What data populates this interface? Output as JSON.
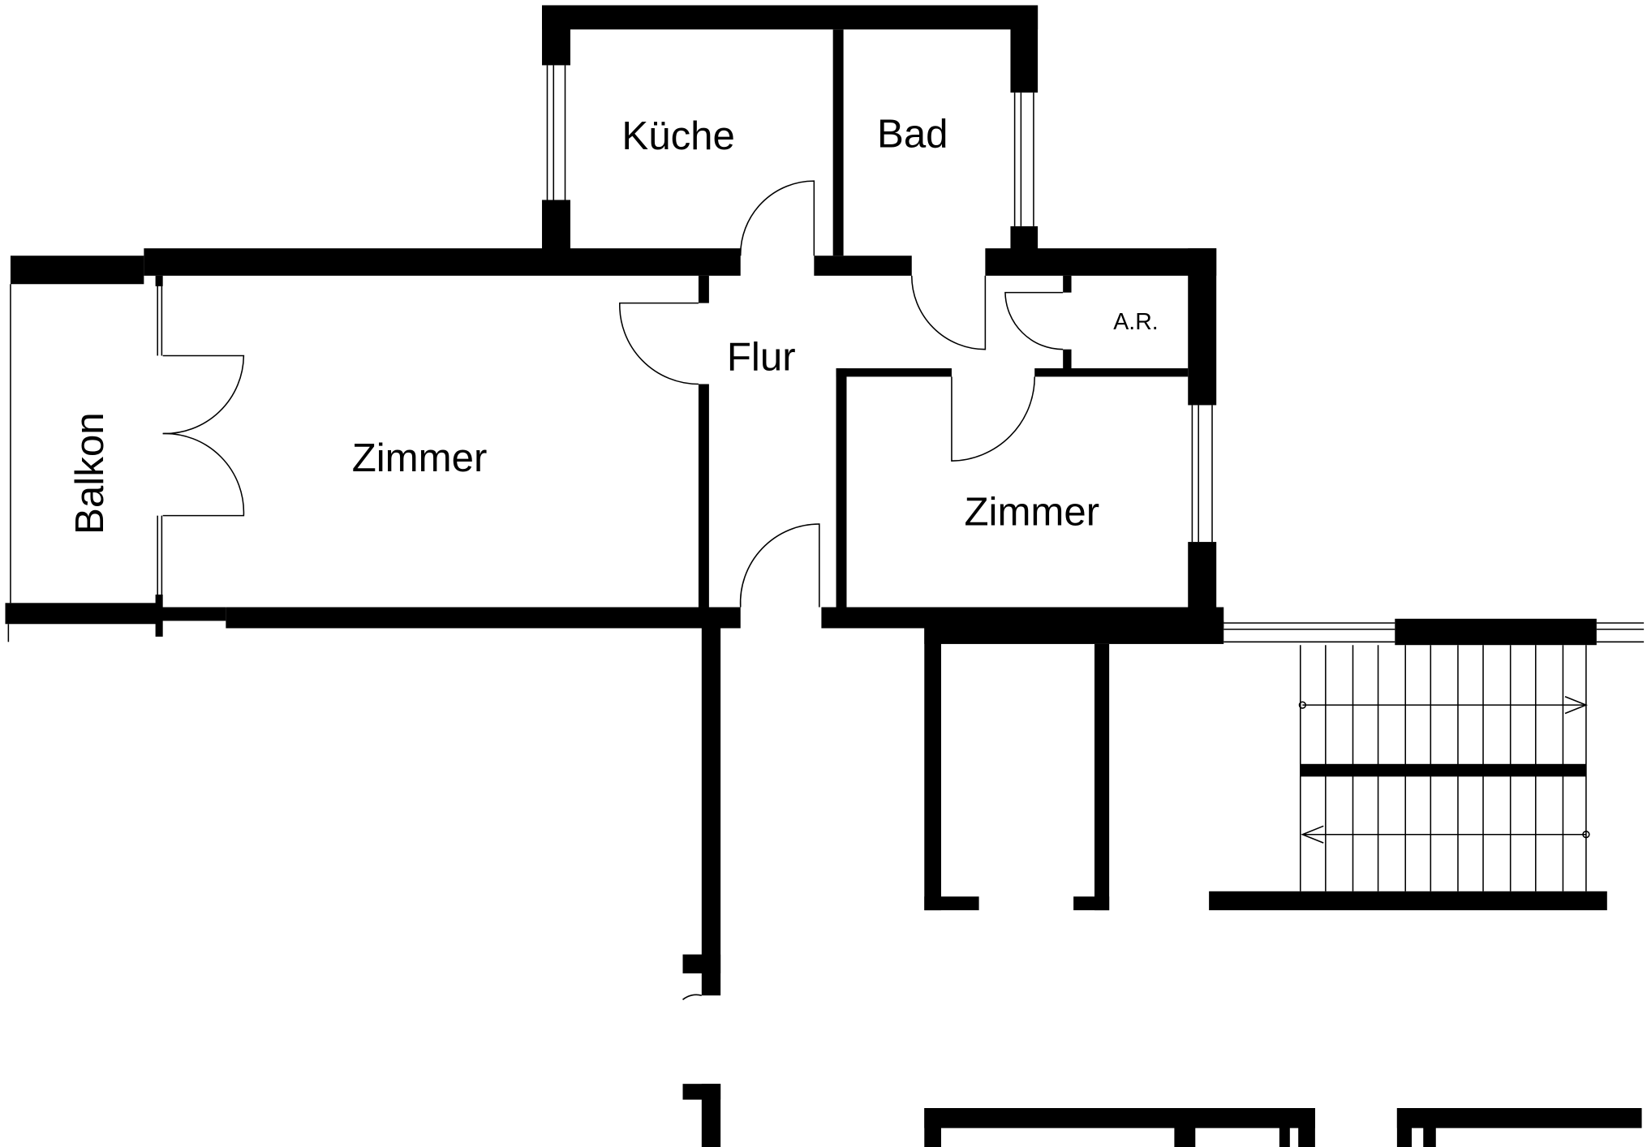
{
  "rooms": {
    "kueche": "Küche",
    "bad": "Bad",
    "flur": "Flur",
    "abstellraum": "A.R.",
    "zimmer_gross": "Zimmer",
    "zimmer_klein": "Zimmer",
    "balkon": "Balkon"
  },
  "colors": {
    "wall": "#000000",
    "background": "#ffffff"
  }
}
